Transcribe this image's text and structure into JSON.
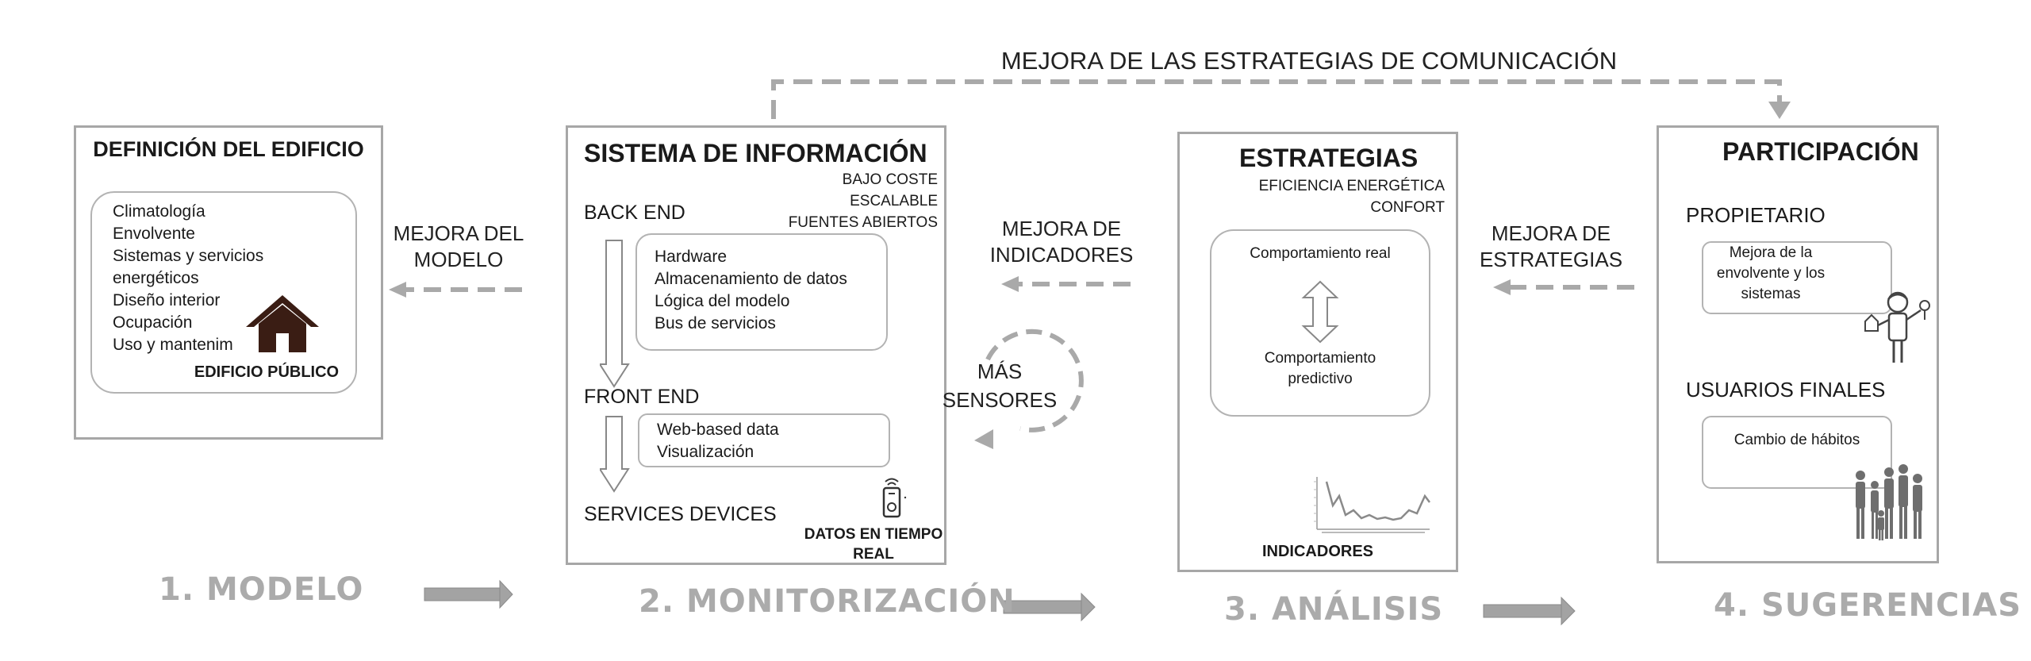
{
  "top_loop": {
    "label": "MEJORA DE LAS ESTRATEGIAS DE COMUNICACIÓN"
  },
  "panel1": {
    "title": "DEFINICIÓN DEL EDIFICIO",
    "items": [
      "Climatología",
      "Envolvente",
      "Sistemas y servicios",
      "energéticos",
      "Diseño interior",
      "Ocupación",
      "Uso y mantenim"
    ],
    "footer": "EDIFICIO PÚBLICO",
    "icon": "house-icon"
  },
  "link1": {
    "line1": "MEJORA DEL",
    "line2": "MODELO"
  },
  "panel2": {
    "title": "SISTEMA DE INFORMACIÓN",
    "tags": [
      "BAJO COSTE",
      "ESCALABLE",
      "FUENTES ABIERTOS"
    ],
    "backend_label": "BACK END",
    "backend_items": [
      "Hardware",
      "Almacenamiento de datos",
      "Lógica del modelo",
      "Bus de servicios"
    ],
    "frontend_label": "FRONT END",
    "frontend_items": [
      "Web-based data",
      "Visualización"
    ],
    "services_label": "SERVICES DEVICES",
    "realtime_line1": "DATOS EN TIEMPO",
    "realtime_line2": "REAL",
    "icon": "sensor-device-icon"
  },
  "sensors": {
    "line1": "MÁS",
    "line2": "SENSORES"
  },
  "link2": {
    "line1": "MEJORA DE",
    "line2": "INDICADORES"
  },
  "panel3": {
    "title": "ESTRATEGIAS",
    "tags": [
      "EFICIENCIA ENERGÉTICA",
      "CONFORT"
    ],
    "real": "Comportamiento real",
    "predictive_line1": "Comportamiento",
    "predictive_line2": "predictivo",
    "indicators": "INDICADORES",
    "icon": "line-chart-icon"
  },
  "link3": {
    "line1": "MEJORA DE",
    "line2": "ESTRATEGIAS"
  },
  "panel4": {
    "title": "PARTICIPACIÓN",
    "owner_label": "PROPIETARIO",
    "owner_text_line1": "Mejora de la",
    "owner_text_line2": "envolvente y  los",
    "owner_text_line3": "sistemas",
    "users_label": "USUARIOS FINALES",
    "users_text": "Cambio de hábitos",
    "owner_icon": "owner-person-icon",
    "users_icon": "people-group-icon"
  },
  "steps": [
    "1. MODELO",
    "2. MONITORIZACIÓN",
    "3. ANÁLISIS",
    "4. SUGERENCIAS"
  ],
  "colors": {
    "border": "#a7a7a7",
    "arrow": "#a3a3a3",
    "step_text": "#ababab",
    "house": "#3a1d14"
  }
}
